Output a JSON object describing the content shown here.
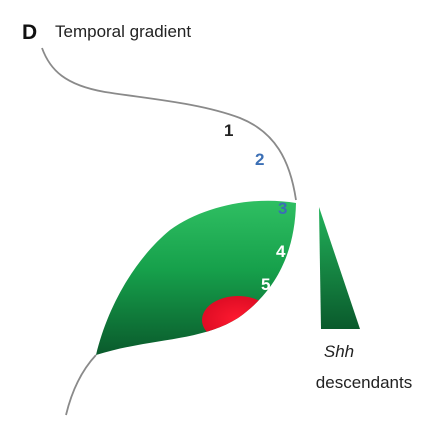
{
  "panel": {
    "letter": "D",
    "title": "Temporal gradient"
  },
  "steps": [
    {
      "label": "1",
      "color": "#222222"
    },
    {
      "label": "2",
      "color": "#3b6fb5"
    },
    {
      "label": "3",
      "color": "#3b6fb5"
    },
    {
      "label": "4",
      "color": "#ffffff"
    },
    {
      "label": "5",
      "color": "#ffffff"
    }
  ],
  "legend": {
    "line1": "Shh",
    "line2": "descendants"
  },
  "colors": {
    "green_light": "#22b25a",
    "green_dark": "#0a5a2c",
    "red_region": "#e8102a",
    "outline": "#8a8a8a"
  }
}
